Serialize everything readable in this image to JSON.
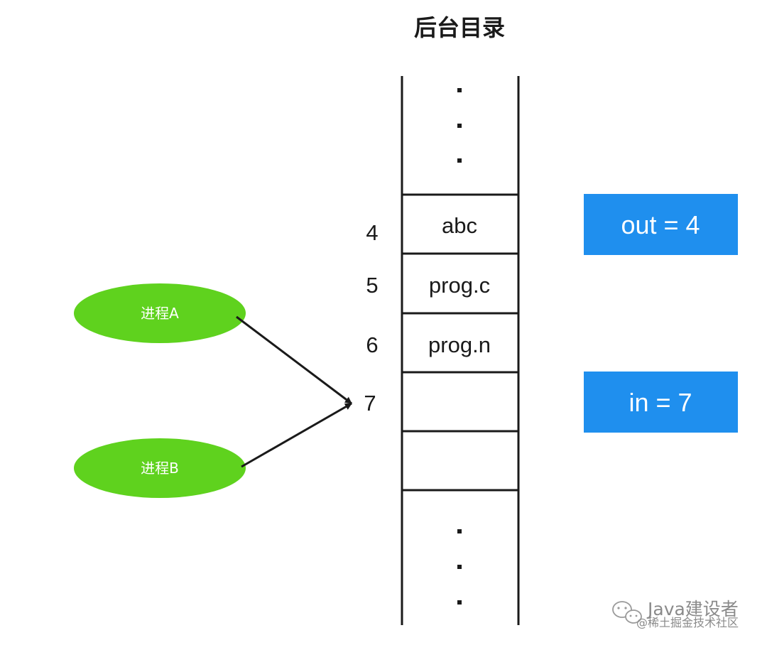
{
  "title": "后台目录",
  "directory": {
    "ellipsis": "·",
    "slots": [
      {
        "index": "4",
        "content": "abc"
      },
      {
        "index": "5",
        "content": "prog.c"
      },
      {
        "index": "6",
        "content": "prog.n"
      },
      {
        "index": "7",
        "content": ""
      },
      {
        "index": "",
        "content": ""
      }
    ]
  },
  "processes": [
    {
      "label": "进程A"
    },
    {
      "label": "进程B"
    }
  ],
  "pointers": {
    "out": {
      "label": "out = 4",
      "value": 4
    },
    "in": {
      "label": "in = 7",
      "value": 7
    }
  },
  "watermark": {
    "main": "Java建设者",
    "sub": "@稀土掘金技术社区"
  },
  "colors": {
    "process_fill": "#5fd21e",
    "pointer_fill": "#1f8fee",
    "line": "#1a1a1a"
  }
}
